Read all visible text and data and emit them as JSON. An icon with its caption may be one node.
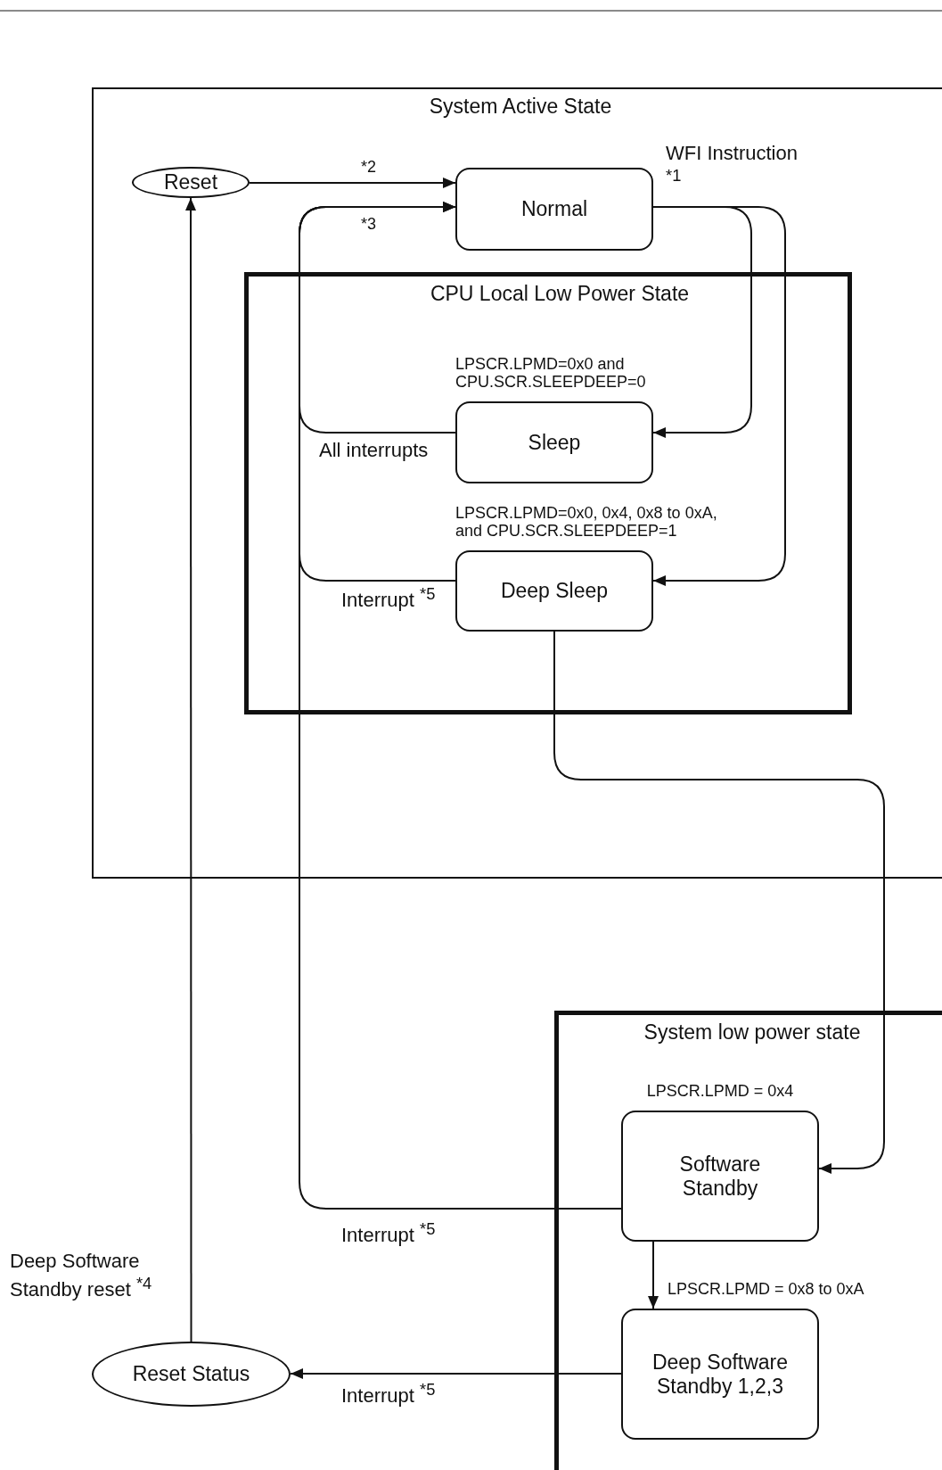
{
  "diagram": {
    "nodes": [
      {
        "text": [
          "System Active State"
        ]
      },
      {
        "text": [
          "Reset"
        ],
        "in": 0
      },
      {
        "text": [
          "Normal"
        ],
        "in": 0
      },
      {
        "text": [
          "CPU Local Low Power State"
        ],
        "in": 0
      },
      {
        "text": [
          "Sleep"
        ],
        "in": 3,
        "beside": [
          "LPSCR.LPMD=0x0 and CPU.SCR.SLEEPDEEP=0"
        ]
      },
      {
        "text": [
          "Deep Sleep"
        ],
        "in": 3,
        "beside": [
          "LPSCR.LPMD=0x0, 0x4, 0x8 to 0xA, and CPU.SCR.SLEEPDEEP=1"
        ]
      },
      {
        "text": [
          "System low power state"
        ]
      },
      {
        "text": [
          "Software Standby"
        ],
        "in": 6,
        "beside": [
          "LPSCR.LPMD = 0x4"
        ]
      },
      {
        "text": [
          "Deep Software Standby 1,2,3"
        ],
        "in": 6
      },
      {
        "text": [
          "Reset Status"
        ]
      }
    ],
    "edges": [
      {
        "from": 1,
        "to": 2,
        "arrow": "to",
        "label": "*2"
      },
      {
        "from": 4,
        "to": 2,
        "arrow": "to",
        "label": "All interrupts"
      },
      {
        "from": 5,
        "to": 2,
        "arrow": "to",
        "label": "Interrupt $^{*5}$"
      },
      {
        "from": 7,
        "to": 2,
        "arrow": "to",
        "label": "Interrupt $^{*5}$"
      },
      {
        "from": 2,
        "to": 4,
        "arrow": "to"
      },
      {
        "from": 2,
        "to": 5,
        "arrow": "to"
      },
      {
        "from": 5,
        "to": 7,
        "arrow": "to"
      },
      {
        "from": 7,
        "to": 8,
        "arrow": "to",
        "label": "LPSCR.LPMD = 0x8 to 0xA"
      },
      {
        "from": 8,
        "to": 9,
        "arrow": "to",
        "label": "Interrupt $^{*5}$"
      },
      {
        "from": 9,
        "to": 1,
        "arrow": "to",
        "label": "Deep Software Standby reset $^{*4}$"
      }
    ],
    "labels": [
      "WFI Instruction $^{*1}$",
      "*3"
    ]
  }
}
